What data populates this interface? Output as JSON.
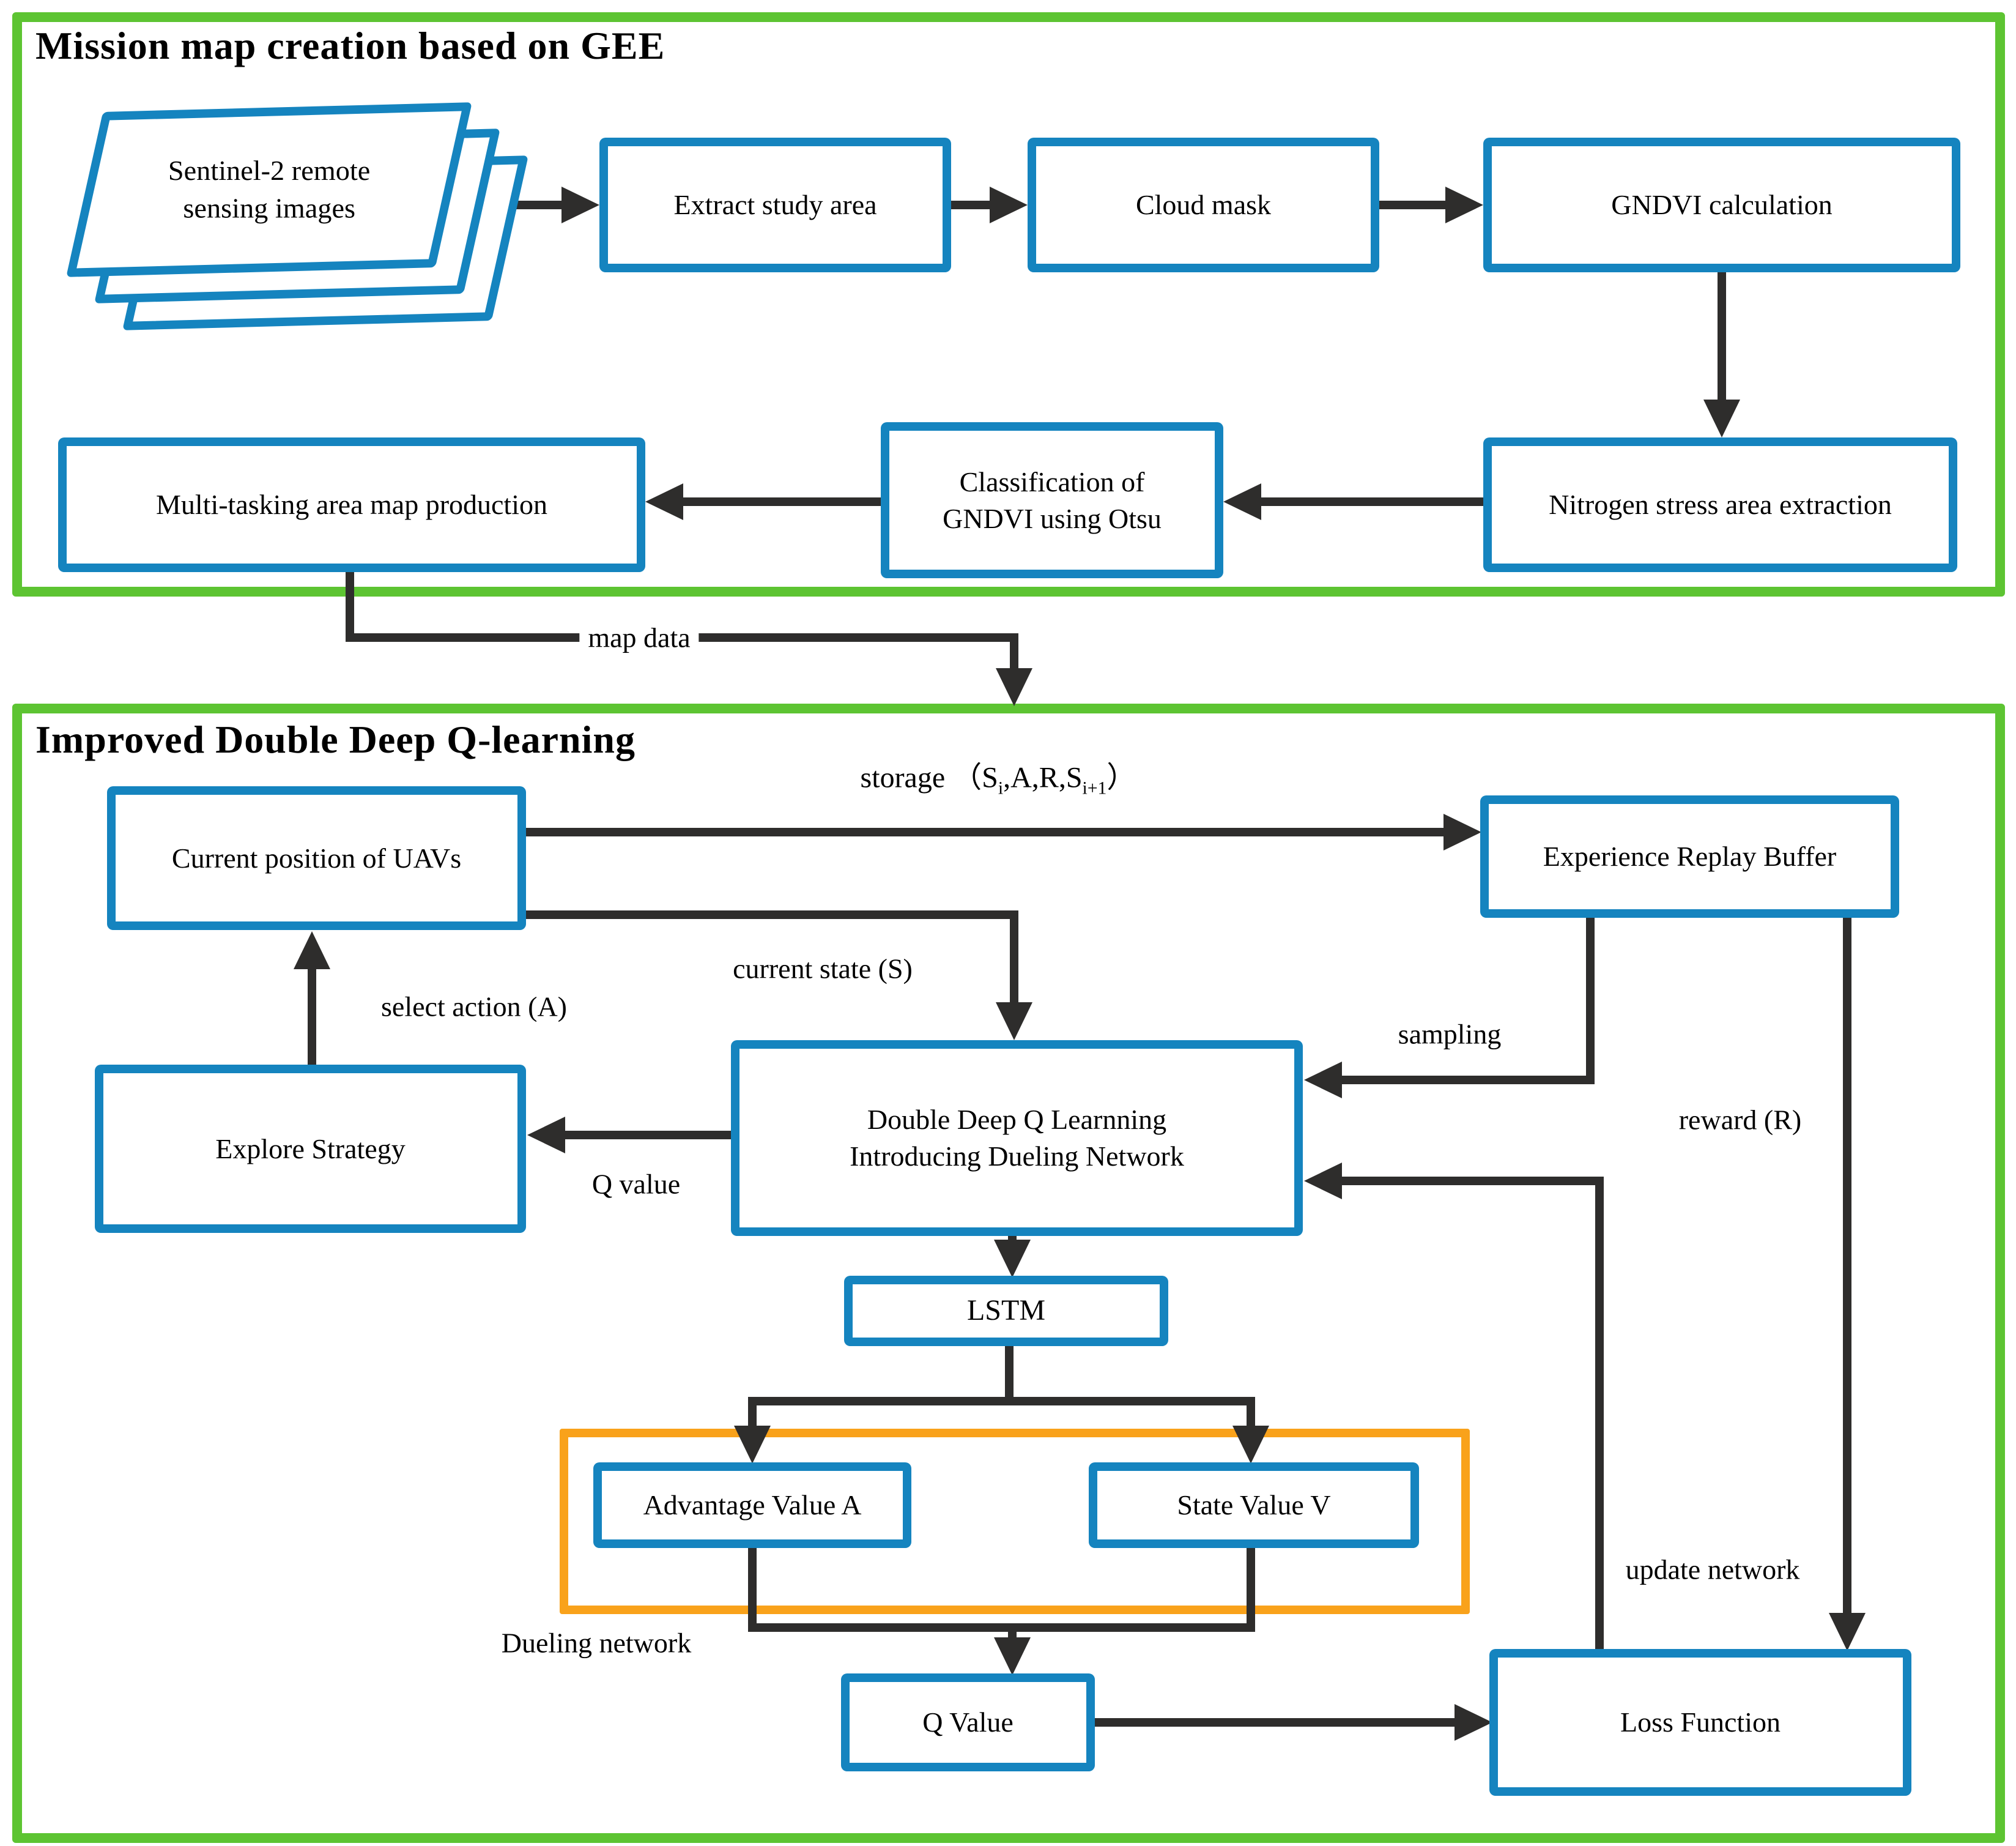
{
  "colors": {
    "green": "#5dc432",
    "blue": "#1584bf",
    "orange": "#f9a21b",
    "line": "#2e2d2c"
  },
  "mission": {
    "title": "Mission map creation based on GEE",
    "sentinel_line1": "Sentinel-2 remote",
    "sentinel_line2": "sensing images",
    "extract": "Extract study area",
    "cloud_mask": "Cloud mask",
    "gndvi": "GNDVI calculation",
    "nitrogen": "Nitrogen stress area extraction",
    "classification_line1": "Classification of",
    "classification_line2": "GNDVI using Otsu",
    "multitask": "Multi-tasking area map production",
    "map_data": "map data"
  },
  "qlearning": {
    "title": "Improved Double Deep Q-learning",
    "current_position": "Current position of UAVs",
    "buffer": "Experience Replay Buffer",
    "explore": "Explore Strategy",
    "ddqn_line1": "Double Deep Q Learnning",
    "ddqn_line2": "Introducing Dueling Network",
    "lstm": "LSTM",
    "advantage": "Advantage Value A",
    "state_value": "State Value V",
    "q_value_box": "Q Value",
    "loss": "Loss Function",
    "labels": {
      "storage_prefix": "storage （S",
      "storage_sub_i": "i",
      "storage_mid": ",A,R,S",
      "storage_sub_i1": "i+1",
      "storage_close": "）",
      "current_state": "current state (S)",
      "select_action": "select action (A)",
      "q_value": "Q value",
      "sampling": "sampling",
      "reward": "reward (R)",
      "update_line1": "update",
      "update_line2": "network",
      "dueling": "Dueling network"
    }
  }
}
